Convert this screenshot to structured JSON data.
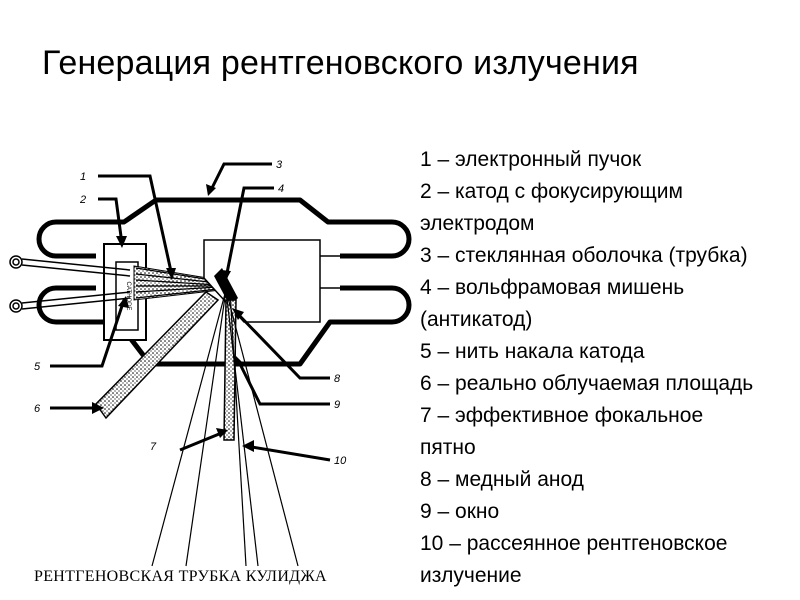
{
  "title": "Генерация  рентгеновского излучения",
  "caption": "РЕНТГЕНОВСКАЯ ТРУБКА КУЛИДЖА",
  "legend": [
    {
      "line1": "1 – электронный пучок",
      "line2": ""
    },
    {
      "line1": "2 – катод с фокусирующим",
      "line2": "электродом"
    },
    {
      "line1": "3 – стеклянная оболочка (трубка)",
      "line2": ""
    },
    {
      "line1": "4 – вольфрамовая мишень",
      "line2": "(антикатод)"
    },
    {
      "line1": "5 – нить накала катода",
      "line2": ""
    },
    {
      "line1": "6 – реально облучаемая площадь",
      "line2": ""
    },
    {
      "line1": "7 – эффективное фокальное",
      "line2": "пятно"
    },
    {
      "line1": "8 – медный анод",
      "line2": ""
    },
    {
      "line1": "9 – окно",
      "line2": ""
    },
    {
      "line1": "10 – рассеянное рентгеновское",
      "line2": "излучение"
    }
  ],
  "diagram": {
    "callouts": [
      "1",
      "2",
      "3",
      "4",
      "5",
      "6",
      "7",
      "8",
      "9",
      "10"
    ],
    "cathode_text": "CATHODE"
  }
}
